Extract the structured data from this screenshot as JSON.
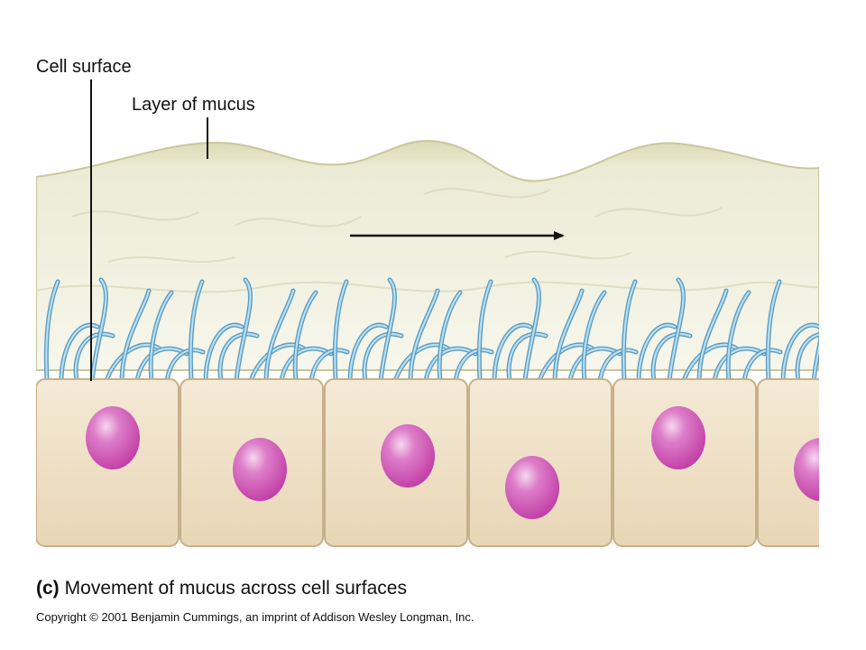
{
  "labels": {
    "cell_surface": "Cell surface",
    "layer_of_mucus": "Layer of mucus"
  },
  "caption": {
    "tag": "(c)",
    "text": "Movement of mucus across cell surfaces"
  },
  "copyright": "Copyright © 2001 Benjamin Cummings, an imprint of Addison Wesley Longman, Inc.",
  "colors": {
    "mucus": "#ecebd5",
    "mucus_edge": "#c9c79b",
    "cilia": "#8fc3df",
    "cell": "#eedfc4",
    "cell_edge": "#c7b08a",
    "nucleus": "#d455b8",
    "arrow": "#111111"
  },
  "structures": {
    "cell_count": 6,
    "nucleus_count": 6
  }
}
